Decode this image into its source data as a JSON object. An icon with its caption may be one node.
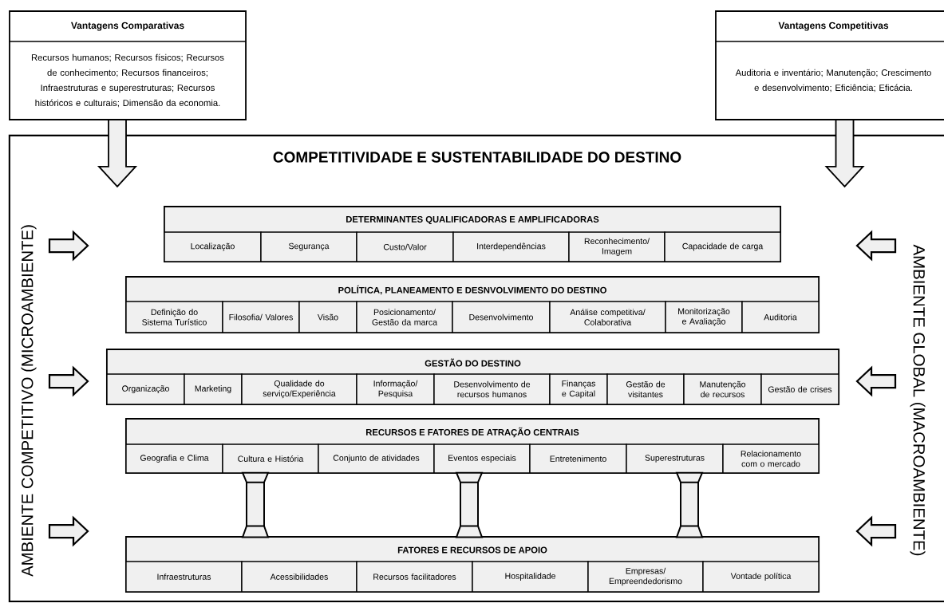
{
  "diagram": {
    "nodes": [
      {
        "text": [
          "Vantagens Comparativas",
          "Recursos humanos; Recursos físicos; Recursos de conhecimento; Recursos financeiros; Infraestruturas e superestruturas; Recursos históricos e culturais; Dimensão da economia."
        ]
      },
      {
        "text": [
          "Vantagens Competitivas",
          "Auditoria e inventário; Manutenção; Crescimento e desenvolvimento; Eficiência; Eficácia."
        ]
      },
      {
        "text": [
          "COMPETITIVIDADE E SUSTENTABILIDADE DO DESTINO"
        ]
      },
      {
        "text": [
          "DETERMINANTES QUALIFICADORAS E AMPLIFICADORAS"
        ],
        "in": 2
      },
      {
        "text": [
          "Localização"
        ],
        "in": 3
      },
      {
        "text": [
          "Segurança"
        ],
        "in": 3
      },
      {
        "text": [
          "Custo/Valor"
        ],
        "in": 3
      },
      {
        "text": [
          "Interdependências"
        ],
        "in": 3
      },
      {
        "text": [
          "Reconhecimento/ Imagem"
        ],
        "in": 3
      },
      {
        "text": [
          "Capacidade de carga"
        ],
        "in": 3
      },
      {
        "text": [
          "POLÍTICA, PLANEAMENTO E DESNVOLVIMENTO DO DESTINO"
        ],
        "in": 2
      },
      {
        "text": [
          "Definição do Sistema Turístico"
        ],
        "in": 10
      },
      {
        "text": [
          "Filosofia/ Valores"
        ],
        "in": 10
      },
      {
        "text": [
          "Visão"
        ],
        "in": 10
      },
      {
        "text": [
          "Posicionamento/ Gestão da marca"
        ],
        "in": 10
      },
      {
        "text": [
          "Desenvolvimento"
        ],
        "in": 10
      },
      {
        "text": [
          "Análise competitiva/ Colaborativa"
        ],
        "in": 10
      },
      {
        "text": [
          "Monitorização e Avaliação"
        ],
        "in": 10
      },
      {
        "text": [
          "Auditoria"
        ],
        "in": 10
      },
      {
        "text": [
          "GESTÃO DO DESTINO"
        ],
        "in": 2
      },
      {
        "text": [
          "Organização"
        ],
        "in": 19
      },
      {
        "text": [
          "Marketing"
        ],
        "in": 19
      },
      {
        "text": [
          "Qualidade do serviço/Experiência"
        ],
        "in": 19
      },
      {
        "text": [
          "Informação/ Pesquisa"
        ],
        "in": 19
      },
      {
        "text": [
          "Desenvolvimento de recursos humanos"
        ],
        "in": 19
      },
      {
        "text": [
          "Finanças e Capital"
        ],
        "in": 19
      },
      {
        "text": [
          "Gestão de visitantes"
        ],
        "in": 19
      },
      {
        "text": [
          "Manutenção de recursos"
        ],
        "in": 19
      },
      {
        "text": [
          "Gestão de crises"
        ],
        "in": 19
      },
      {
        "text": [
          "RECURSOS E FATORES DE ATRAÇÃO CENTRAIS"
        ],
        "in": 2
      },
      {
        "text": [
          "Geografia e Clima"
        ],
        "in": 29
      },
      {
        "text": [
          "Cultura e História"
        ],
        "in": 29
      },
      {
        "text": [
          "Conjunto de atividades"
        ],
        "in": 29
      },
      {
        "text": [
          "Eventos especiais"
        ],
        "in": 29
      },
      {
        "text": [
          "Entretenimento"
        ],
        "in": 29
      },
      {
        "text": [
          "Superestruturas"
        ],
        "in": 29
      },
      {
        "text": [
          "Relacionamento com o mercado"
        ],
        "in": 29
      },
      {
        "text": [
          "FATORES E RECURSOS DE APOIO"
        ],
        "in": 2
      },
      {
        "text": [
          "Infraestruturas"
        ],
        "in": 37
      },
      {
        "text": [
          "Acessibilidades"
        ],
        "in": 37
      },
      {
        "text": [
          "Recursos facilitadores"
        ],
        "in": 37
      },
      {
        "text": [
          "Hospitalidade"
        ],
        "in": 37
      },
      {
        "text": [
          "Empresas/ Empreendedorismo"
        ],
        "in": 37
      },
      {
        "text": [
          "Vontade política"
        ],
        "in": 37
      }
    ],
    "edges": [
      {
        "from": 0,
        "to": 2,
        "arrow": "to"
      },
      {
        "from": 1,
        "to": 2,
        "arrow": "to"
      },
      {
        "from": 31,
        "to": 37,
        "arrow": "none"
      },
      {
        "from": 33,
        "to": 37,
        "arrow": "none"
      },
      {
        "from": 35,
        "to": 37,
        "arrow": "none"
      }
    ],
    "labels": [
      "AMBIENTE COMPETITIVO (MICROAMBIENTE)",
      "AMBIENTE GLOBAL (MACROAMBIENTE)"
    ]
  }
}
